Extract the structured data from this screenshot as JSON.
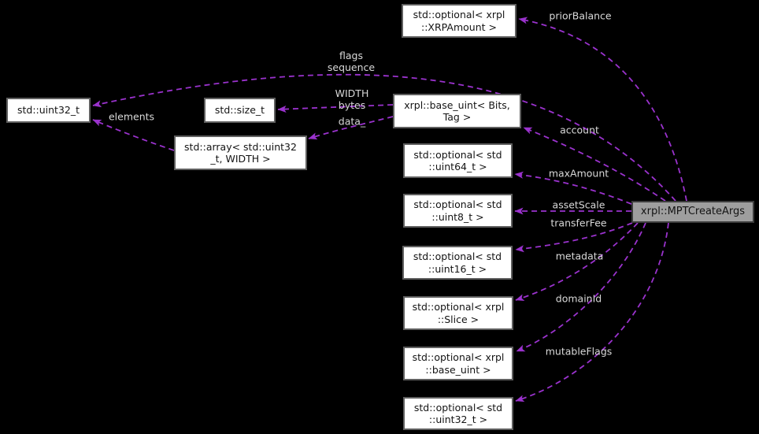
{
  "diagram": {
    "kind": "doxygen-collaboration-graph",
    "colors": {
      "background": "#000000",
      "edge": "#9a32cd",
      "edge_label": "#d9d9d9",
      "node_fill": "#ffffff",
      "node_border": "#5f5f5f",
      "node_text": "#141414",
      "main_node_fill": "#9e9e9e"
    },
    "nodes": [
      {
        "id": "opt-xrpamount",
        "lines": [
          "std::optional< xrpl",
          "::XRPAmount >"
        ]
      },
      {
        "id": "std-uint32-t",
        "lines": [
          "std::uint32_t"
        ]
      },
      {
        "id": "std-size-t",
        "lines": [
          "std::size_t"
        ]
      },
      {
        "id": "std-array",
        "lines": [
          "std::array< std::uint32",
          "_t, WIDTH >"
        ]
      },
      {
        "id": "base-uint",
        "lines": [
          "xrpl::base_uint< Bits,",
          "Tag >"
        ]
      },
      {
        "id": "opt-uint64",
        "lines": [
          "std::optional< std",
          "::uint64_t >"
        ]
      },
      {
        "id": "opt-uint8",
        "lines": [
          "std::optional< std",
          "::uint8_t >"
        ]
      },
      {
        "id": "opt-uint16",
        "lines": [
          "std::optional< std",
          "::uint16_t >"
        ]
      },
      {
        "id": "opt-slice",
        "lines": [
          "std::optional< xrpl",
          "::Slice >"
        ]
      },
      {
        "id": "opt-base-uint",
        "lines": [
          "std::optional< xrpl",
          "::base_uint >"
        ]
      },
      {
        "id": "opt-uint32",
        "lines": [
          "std::optional< std",
          "::uint32_t >"
        ]
      },
      {
        "id": "mptcreateargs",
        "lines": [
          "xrpl::MPTCreateArgs"
        ]
      }
    ],
    "edges": [
      {
        "label": "priorBalance",
        "from": "xrpl::MPTCreateArgs",
        "to": "std::optional< xrpl::XRPAmount >"
      },
      {
        "label": "flags\nsequence",
        "from": "xrpl::MPTCreateArgs",
        "to": "std::uint32_t"
      },
      {
        "label": "account",
        "from": "xrpl::MPTCreateArgs",
        "to": "xrpl::base_uint< Bits, Tag >"
      },
      {
        "label": "maxAmount",
        "from": "xrpl::MPTCreateArgs",
        "to": "std::optional< std::uint64_t >"
      },
      {
        "label": "assetScale",
        "from": "xrpl::MPTCreateArgs",
        "to": "std::optional< std::uint8_t >"
      },
      {
        "label": "transferFee",
        "from": "xrpl::MPTCreateArgs",
        "to": "std::optional< std::uint16_t >"
      },
      {
        "label": "metadata",
        "from": "xrpl::MPTCreateArgs",
        "to": "std::optional< xrpl::Slice >"
      },
      {
        "label": "domainId",
        "from": "xrpl::MPTCreateArgs",
        "to": "std::optional< xrpl::base_uint >"
      },
      {
        "label": "mutableFlags",
        "from": "xrpl::MPTCreateArgs",
        "to": "std::optional< std::uint32_t >"
      },
      {
        "label": "WIDTH\nbytes",
        "from": "xrpl::base_uint< Bits, Tag >",
        "to": "std::size_t"
      },
      {
        "label": "data_",
        "from": "xrpl::base_uint< Bits, Tag >",
        "to": "std::array< std::uint32_t, WIDTH >"
      },
      {
        "label": "elements",
        "from": "std::array< std::uint32_t, WIDTH >",
        "to": "std::uint32_t"
      }
    ]
  }
}
